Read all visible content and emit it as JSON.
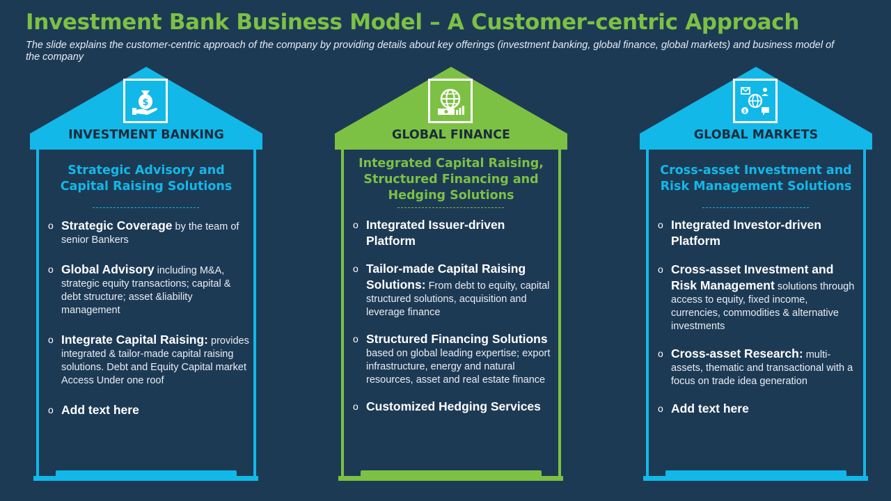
{
  "title": "Investment Bank Business Model – A Customer-centric Approach",
  "subtitle": "The slide explains the customer-centric approach of the company by providing details about key offerings (investment banking, global finance, global markets) and business model of the company",
  "colors": {
    "blue": "#12b8e8",
    "green": "#7cc143",
    "background": "#1d3a55"
  },
  "columns": [
    {
      "header": "INVESTMENT BANKING",
      "icon": "money-bag-hand-icon",
      "panel_title": "Strategic Advisory and Capital Raising Solutions",
      "items": [
        {
          "bullet": "o",
          "bold": "Strategic Coverage",
          "text": " by the team of senior Bankers"
        },
        {
          "bullet": "o",
          "bold": "Global Advisory",
          "text": " including M&A, strategic equity transactions; capital & debt structure; asset &liability management"
        },
        {
          "bullet": "o",
          "bold": "Integrate Capital Raising:",
          "text": " provides integrated & tailor-made capital raising solutions. Debt and Equity Capital market Access Under one roof"
        },
        {
          "bullet": "o",
          "bold": "Add text here",
          "text": ""
        }
      ]
    },
    {
      "header": "GLOBAL FINANCE",
      "icon": "globe-money-icon",
      "panel_title": "Integrated Capital Raising, Structured Financing and Hedging Solutions",
      "items": [
        {
          "bullet": "o",
          "bold": "Integrated Issuer-driven Platform",
          "text": ""
        },
        {
          "bullet": "o",
          "bold": "Tailor-made Capital Raising Solutions:",
          "text": " From debt to equity, capital structured solutions, acquisition and leverage finance"
        },
        {
          "bullet": "o",
          "bold": "Structured Financing Solutions",
          "text": " based on global leading expertise; export infrastructure, energy and natural resources, asset and real estate finance"
        },
        {
          "bullet": "o",
          "bold": "Customized Hedging Services",
          "text": ""
        }
      ]
    },
    {
      "header": "GLOBAL MARKETS",
      "icon": "global-network-icon",
      "panel_title": "Cross-asset Investment and Risk Management Solutions",
      "items": [
        {
          "bullet": "o",
          "bold": "Integrated Investor-driven Platform",
          "text": ""
        },
        {
          "bullet": "o",
          "bold": "Cross-asset Investment and Risk Management",
          "text": " solutions through access to equity, fixed income, currencies, commodities & alternative investments"
        },
        {
          "bullet": "o",
          "bold": "Cross-asset Research:",
          "text": " multi-assets, thematic and transactional with a focus on trade idea generation"
        },
        {
          "bullet": "o",
          "bold": "Add text here",
          "text": ""
        }
      ]
    }
  ]
}
